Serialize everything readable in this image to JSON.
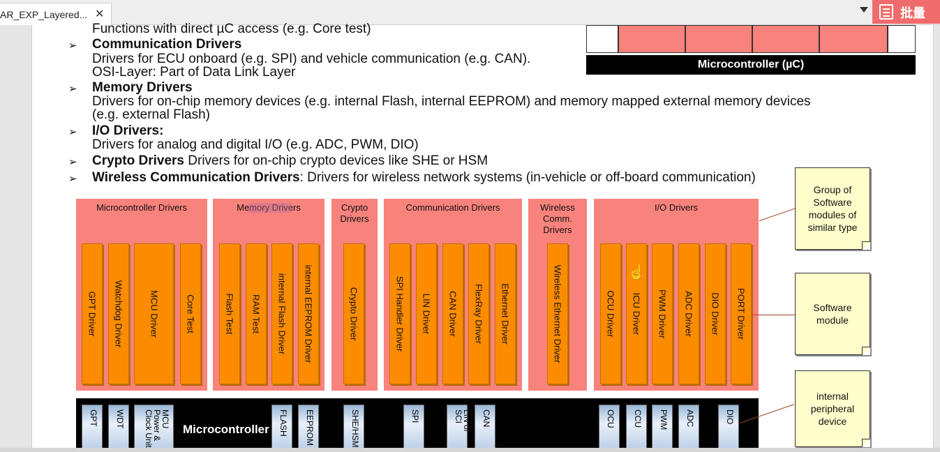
{
  "tab": {
    "title": "AR_EXP_Layered...",
    "close": "✕"
  },
  "badge": {
    "text": "批量"
  },
  "doc": {
    "line0": "Functions with direct µC access (e.g. Core test)",
    "items": [
      {
        "bullet": "➢",
        "title": "Communication Drivers",
        "desc1": "Drivers for ECU onboard (e.g. SPI) and vehicle communication (e.g. CAN).",
        "desc2": "OSI-Layer: Part of Data Link Layer"
      },
      {
        "bullet": "➢",
        "title": "Memory Drivers",
        "desc1": "Drivers for on-chip memory devices (e.g. internal Flash, internal EEPROM) and memory mapped external memory devices",
        "desc2": "(e.g. external Flash)"
      },
      {
        "bullet": "➢",
        "title": "I/O Drivers:",
        "desc1": "Drivers for analog and digital I/O (e.g. ADC, PWM, DIO)"
      },
      {
        "bullet": "➢",
        "title": "Crypto Drivers",
        "inline": " Drivers for on-chip crypto devices like SHE or HSM"
      },
      {
        "bullet": "➢",
        "title": "Wireless Communication Drivers",
        "inline": ": Drivers for wireless network systems (in-vehicle or off-board communication)"
      }
    ]
  },
  "mcu_bar": "Microcontroller (µC)",
  "groups": [
    {
      "title": "Microcontroller Drivers",
      "modules": [
        "GPT Driver",
        "Watchdog Driver",
        "MCU Driver",
        "Core Test"
      ]
    },
    {
      "title": "Memory Drivers",
      "modules": [
        "Flash Test",
        "RAM Test",
        "internal Flash Driver",
        "internal EEPROM Driver"
      ]
    },
    {
      "title": "Crypto\nDrivers",
      "modules": [
        "Crypto Driver"
      ]
    },
    {
      "title": "Communication Drivers",
      "modules": [
        "SPI Handler Driver",
        "LIN Driver",
        "CAN Driver",
        "FlexRay Driver",
        "Ethernet Driver"
      ]
    },
    {
      "title": "Wireless\nComm.\nDrivers",
      "modules": [
        "Wireless Ethernet Driver"
      ]
    },
    {
      "title": "I/O Drivers",
      "modules": [
        "OCU Driver",
        "ICU Driver",
        "PWM Driver",
        "ADC Driver",
        "DIO Driver",
        "PORT Driver"
      ]
    }
  ],
  "hw": {
    "label": "Microcontroller",
    "peripherals": [
      "GPT",
      "WDT",
      "MCU\nPower &\nClock Unit",
      "FLASH",
      "EEPROM",
      "SHE/HSM",
      "SPI",
      "LIN or\nSCI",
      "CAN",
      "OCU",
      "CCU",
      "PWM",
      "ADC",
      "DIO"
    ]
  },
  "notes": [
    "Group of Software modules of similar type",
    "Software module",
    "internal peripheral device"
  ],
  "colors": {
    "group": "#f8827c",
    "module": "#fb8c00",
    "note": "#ffffcc",
    "hw": "#000000"
  }
}
